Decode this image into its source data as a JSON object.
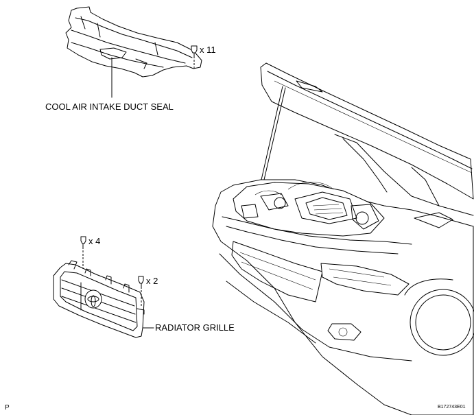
{
  "labels": {
    "duct_seal": "COOL AIR INTAKE DUCT SEAL",
    "grille": "RADIATOR GRILLE",
    "clip_count_duct": "x 11",
    "clip_count_grille_top": "x 4",
    "clip_count_grille_side": "x 2",
    "corner_mark": "P",
    "figure_code": "B172743E01"
  }
}
